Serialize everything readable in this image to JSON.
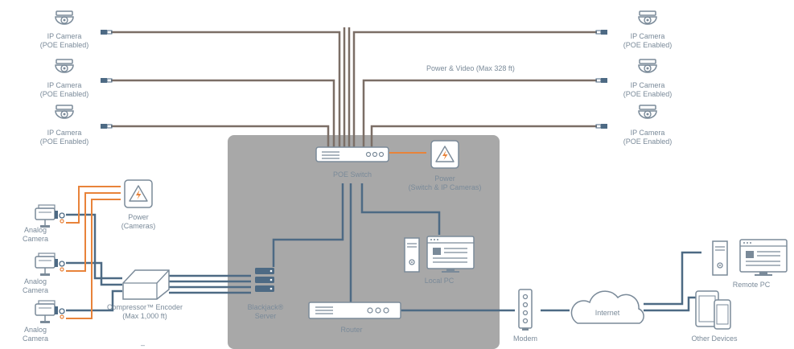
{
  "colors": {
    "video_line": "#7b6e66",
    "network_line": "#4d6a84",
    "power_line": "#e8833a",
    "device": "#7a8a99",
    "shade": "#a8a8a8",
    "text": "#7a8a99"
  },
  "left_ip_cameras": [
    {
      "line1": "IP Camera",
      "line2": "(POE Enabled)"
    },
    {
      "line1": "IP Camera",
      "line2": "(POE Enabled)"
    },
    {
      "line1": "IP Camera",
      "line2": "(POE Enabled)"
    }
  ],
  "right_ip_cameras": [
    {
      "line1": "IP Camera",
      "line2": "(POE Enabled)"
    },
    {
      "line1": "IP Camera",
      "line2": "(POE Enabled)"
    },
    {
      "line1": "IP Camera",
      "line2": "(POE Enabled)"
    }
  ],
  "power_video_label": "Power & Video (Max 328 ft)",
  "poe_switch": {
    "label": "POE Switch"
  },
  "switch_power": {
    "line1": "Power",
    "line2": "(Switch & IP Cameras)"
  },
  "camera_power": {
    "line1": "Power",
    "line2": "(Cameras)"
  },
  "analog_cameras": [
    {
      "line1": "Analog",
      "line2": "Camera"
    },
    {
      "line1": "Analog",
      "line2": "Camera"
    },
    {
      "line1": "Analog",
      "line2": "Camera"
    }
  ],
  "encoder": {
    "line1": "Compressor™ Encoder",
    "line2": "(Max 1,000 ft)"
  },
  "server": {
    "line1": "Blackjack®",
    "line2": "Server"
  },
  "local_pc": {
    "label": "Local PC"
  },
  "router": {
    "label": "Router"
  },
  "modem": {
    "label": "Modem"
  },
  "internet": {
    "label": "Internet"
  },
  "remote_pc": {
    "label": "Remote PC"
  },
  "other_devices": {
    "label": "Other Devices"
  },
  "footnote_mark": "–"
}
